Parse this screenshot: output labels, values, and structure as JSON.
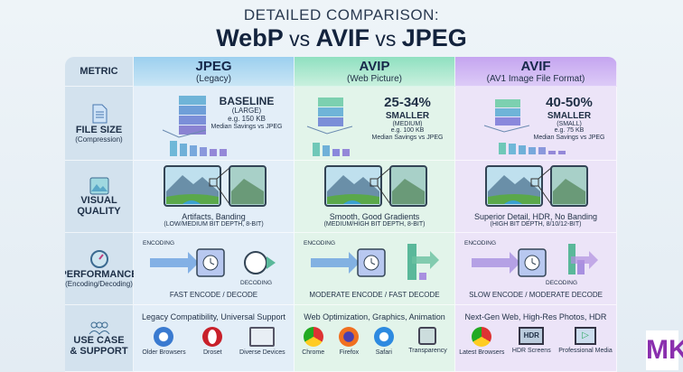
{
  "title": {
    "line1": "DETAILED COMPARISON:",
    "a": "WebP",
    "vs1": " vs ",
    "b": "AVIF",
    "vs2": " vs ",
    "c": "JPEG"
  },
  "header": {
    "metric": "METRIC",
    "cols": [
      {
        "name": "JPEG",
        "sub": "(Legacy)"
      },
      {
        "name": "AVIP",
        "sub": "(Web Picture)"
      },
      {
        "name": "AVIF",
        "sub": "(AV1 Image File Format)"
      }
    ]
  },
  "rows": {
    "file_size": {
      "label": "FILE SIZE",
      "sub": "(Compression)",
      "cells": [
        {
          "big": "BASELINE",
          "md": "(LARGE)",
          "ex": "e.g. 150 KB",
          "note": "Median Savings vs JPEG"
        },
        {
          "big": "25-34%",
          "md": "SMALLER",
          "sz": "(MEDIUM)",
          "ex": "e.g. 100 KB",
          "note": "Median Savings vs JPEG"
        },
        {
          "big": "40-50%",
          "md": "SMALLER",
          "sz": "(SMALL)",
          "ex": "e.g. 75 KB",
          "note": "Median Savings vs JPEG"
        }
      ]
    },
    "visual": {
      "label": "VISUAL",
      "label2": "QUALITY",
      "cells": [
        {
          "cap": "Artifacts, Banding",
          "sub": "(LOW/MEDIUM BIT DEPTH, 8-BIT)"
        },
        {
          "cap": "Smooth, Good Gradients",
          "sub": "(MEDIUM/HIGH BIT DEPTH, 8-BIT)"
        },
        {
          "cap": "Superior Detail, HDR, No Banding",
          "sub": "(HIGH BIT DEPTH, 8/10/12-BIT)"
        }
      ]
    },
    "performance": {
      "label": "PERFORMANCE",
      "sub": "(Encoding/Decoding)",
      "encoding": "ENCODING",
      "decoding": "DECODING",
      "cells": [
        {
          "cap": "FAST ENCODE / DECODE"
        },
        {
          "cap": "MODERATE ENCODE / FAST DECODE"
        },
        {
          "cap": "SLOW ENCODE / MODERATE DECODE"
        }
      ]
    },
    "use_case": {
      "label": "USE CASE",
      "label2": "& SUPPORT",
      "cells": [
        {
          "cap": "Legacy Compatibility, Universal Support",
          "items": [
            "Older Browsers",
            "Droset",
            "Diverse Devices"
          ]
        },
        {
          "cap": "Web Optimization, Graphics, Animation",
          "items": [
            "Chrome",
            "Firefox",
            "Safari",
            "Transparency"
          ]
        },
        {
          "cap": "Next-Gen Web, High-Res Photos, HDR",
          "items": [
            "Latest Browsers",
            "HDR Screens",
            "Professional Media"
          ],
          "hdr": "HDR"
        }
      ]
    }
  },
  "logo": "MK",
  "colors": {
    "jpeg": "#9cd0ef",
    "avip": "#8fe0c0",
    "avif": "#c5a5f0"
  }
}
